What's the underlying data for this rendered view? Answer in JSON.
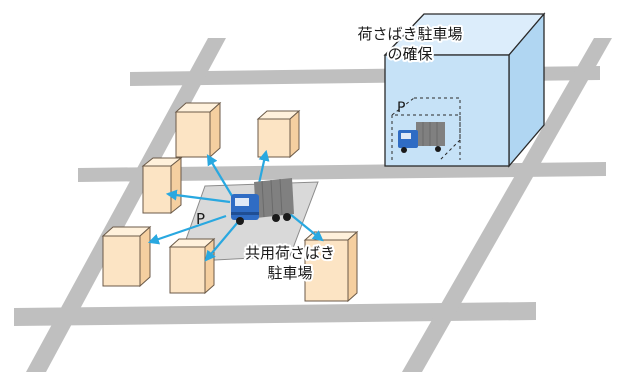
{
  "labels": {
    "dedicated_lot_line1": "荷さばき駐車場",
    "dedicated_lot_line2": "の確保",
    "shared_lot_line1": "共用荷さばき",
    "shared_lot_line2": "駐車場",
    "parking_mark_shared": "P",
    "parking_mark_dedicated": "P"
  },
  "colors": {
    "road": "#bfbfbf",
    "building_face": "#fce4c4",
    "building_side": "#f5cfa0",
    "building_top": "#fff1dc",
    "building_edge": "#6b5a48",
    "lot_fill": "#d9d9d9",
    "lot_edge": "#8c8c8c",
    "dedicated_building_face": "#c6e2f7",
    "dedicated_building_top": "#dcedfb",
    "dedicated_building_side": "#b0d6f2",
    "arrow": "#29a8e0",
    "truck_cab": "#2f6cc4",
    "truck_box": "#808080"
  },
  "icons": [
    "truck-icon",
    "delivery-arrow-icon",
    "parking-icon",
    "building-icon"
  ]
}
